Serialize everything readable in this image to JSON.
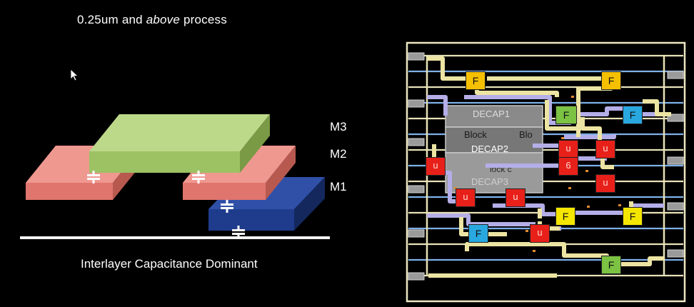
{
  "left_panel": {
    "title_prefix": "0.25um and ",
    "title_emphasis": "above",
    "title_suffix": " process",
    "caption": "Interlayer Capacitance Dominant",
    "layers": [
      {
        "label": "M3",
        "color": "#9cc263"
      },
      {
        "label": "M2",
        "color": "#e0756d"
      },
      {
        "label": "M1",
        "color": "#1f3c8c"
      }
    ],
    "capacitor_symbol": "+"
  },
  "right_panel": {
    "decap_labels": [
      "DECAP1",
      "DECAP2",
      "DECAP3"
    ],
    "block_labels": [
      "Block",
      "Blo",
      "lock c"
    ],
    "cells": [
      {
        "type": "F",
        "color": "#f5c000"
      },
      {
        "type": "F",
        "color": "#f5c000"
      },
      {
        "type": "F",
        "color": "#7cc243"
      },
      {
        "type": "F",
        "color": "#29a8e0"
      },
      {
        "type": "u",
        "color": "#e8201a"
      },
      {
        "type": "u",
        "color": "#e8201a"
      },
      {
        "type": "u",
        "color": "#e8201a"
      },
      {
        "type": "6",
        "color": "#e8201a"
      },
      {
        "type": "u",
        "color": "#e8201a"
      },
      {
        "type": "u",
        "color": "#e8201a"
      },
      {
        "type": "u",
        "color": "#e8201a"
      },
      {
        "type": "F",
        "color": "#f5e600"
      },
      {
        "type": "F",
        "color": "#f5e600"
      },
      {
        "type": "F",
        "color": "#29a8e0"
      },
      {
        "type": "u",
        "color": "#e8201a"
      },
      {
        "type": "F",
        "color": "#7cc243"
      }
    ]
  }
}
